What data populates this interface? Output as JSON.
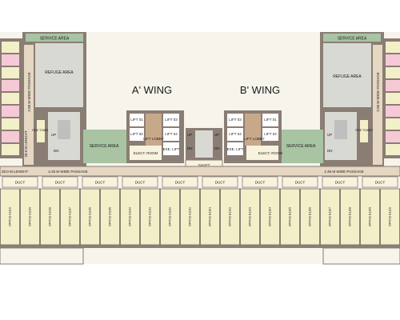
{
  "wings": {
    "a": "A' WING",
    "b": "B' WING"
  },
  "areas": {
    "service_area": "SERVICE AREA",
    "refuge_area": "REFUGE AREA",
    "lift_lobby": "LIFT LOBBY",
    "elect_room": "ELECT. ROOM",
    "shaft": "SHAFT",
    "fire_tower": "FIRE TOWER",
    "up": "UP",
    "dn": "DN",
    "duct": "DUCT",
    "wide_passage_horizontal": "2.45 M WIDE PASSAGE",
    "wide_passage_vertical": "2.00 M WIDE PASSAGE",
    "length_label": "28.0 M LENGHT"
  },
  "lifts": {
    "a": [
      "LIFT 01",
      "LIFT 02",
      "LIFT 03",
      "LIFT 04",
      "EXE. LIFT"
    ],
    "b": [
      "LIFT 03",
      "LIFT 04",
      "LIFT 01",
      "LIFT 02",
      "EXE. LIFT"
    ]
  },
  "offices_left": [
    "OFFICE A1110",
    "OFFICE A1109",
    "OFFICE A1108",
    "OFFICE A1107",
    "OFFICE A1106",
    "OFFICE A1105",
    "OFFICE A1104",
    "OFFICE A1103",
    "OFFICE A1102",
    "OFFICE A1101"
  ],
  "offices_right": [
    "OFFICE B1101",
    "OFFICE B1102",
    "OFFICE B1103",
    "OFFICE B1104",
    "OFFICE B1105",
    "OFFICE B1106",
    "OFFICE B1107",
    "OFFICE B1108",
    "OFFICE B1109",
    "OFFICE B1110"
  ],
  "colors": {
    "wall": "#8a7d74",
    "office_fill": "#f3efc9",
    "duct_fill": "#f7f3de",
    "service_fill": "#a8c4a3",
    "refuge_fill": "#d9d9d3",
    "passage_fill": "#e6d7c3",
    "lobby_fill": "#c7a98a",
    "lift_fill": "#ffffff",
    "room_fill": "#f6c9d6"
  }
}
